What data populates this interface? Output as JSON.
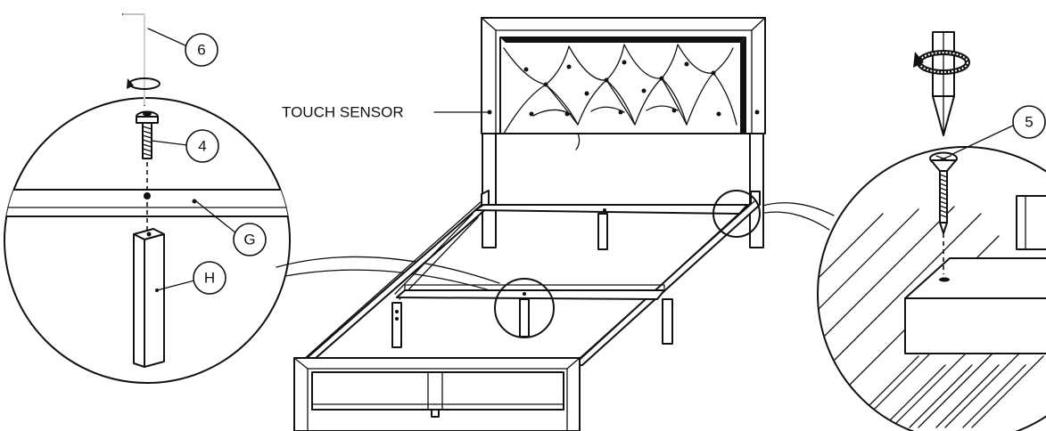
{
  "labels": {
    "touch_sensor": "TOUCH SENSOR",
    "part_6": "6",
    "part_4": "4",
    "part_g": "G",
    "part_h": "H",
    "part_5": "5"
  }
}
